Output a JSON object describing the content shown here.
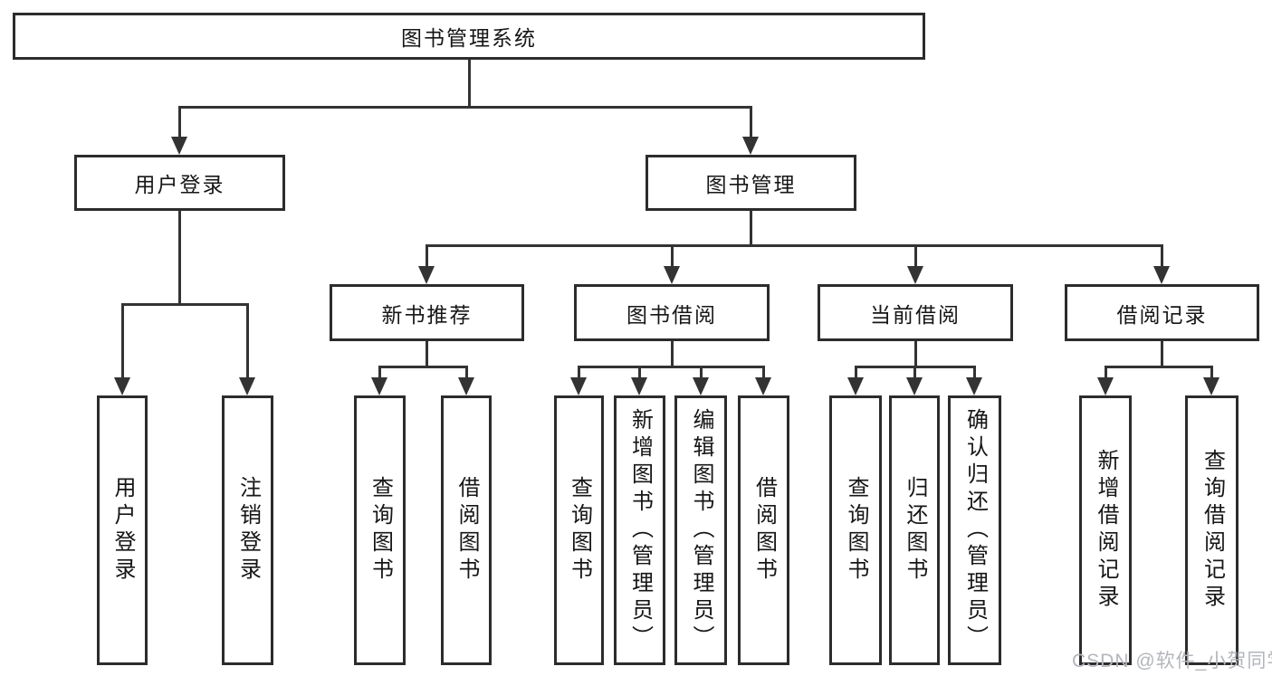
{
  "diagram": {
    "root": "图书管理系统",
    "level2": {
      "user_login": "用户登录",
      "book_management": "图书管理"
    },
    "level3": {
      "new_book_recommend": "新书推荐",
      "book_borrow": "图书借阅",
      "current_borrow": "当前借阅",
      "borrow_records": "借阅记录"
    },
    "leaves": {
      "user_login": "用户登录",
      "logout": "注销登录",
      "rec_query_books": "查询图书",
      "rec_borrow_books": "借阅图书",
      "bb_query_books": "查询图书",
      "bb_add_books": "新增图书（管理员）",
      "bb_edit_books": "编辑图书（管理员）",
      "bb_borrow_books": "借阅图书",
      "cb_query_books": "查询图书",
      "cb_return_books": "归还图书",
      "cb_confirm_return": "确认归还（管理员）",
      "br_add_record": "新增借阅记录",
      "br_query_record": "查询借阅记录"
    }
  },
  "watermark": "CSDN @软件_小贺同学",
  "colors": {
    "line": "#333333",
    "border": "#2c2c2c",
    "text": "#161616",
    "watermark": "#b3b6bb",
    "background": "#ffffff"
  }
}
